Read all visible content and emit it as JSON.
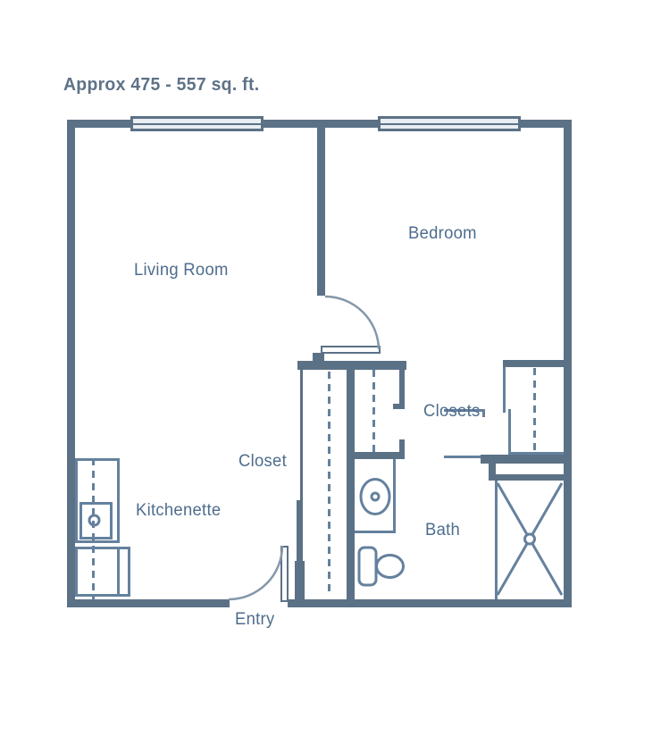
{
  "title": "Approx 475 - 557 sq. ft.",
  "rooms": {
    "living": "Living Room",
    "bedroom": "Bedroom",
    "closets": "Closets",
    "closet": "Closet",
    "kitchenette": "Kitchenette",
    "bath": "Bath",
    "entry": "Entry"
  },
  "colors": {
    "wall": "#5b7186",
    "line": "#64819d",
    "arc": "#8497aa",
    "text": "#4e6d8d",
    "title": "#5d7287",
    "window_fill": "#e9eef3",
    "bg": "#ffffff"
  }
}
